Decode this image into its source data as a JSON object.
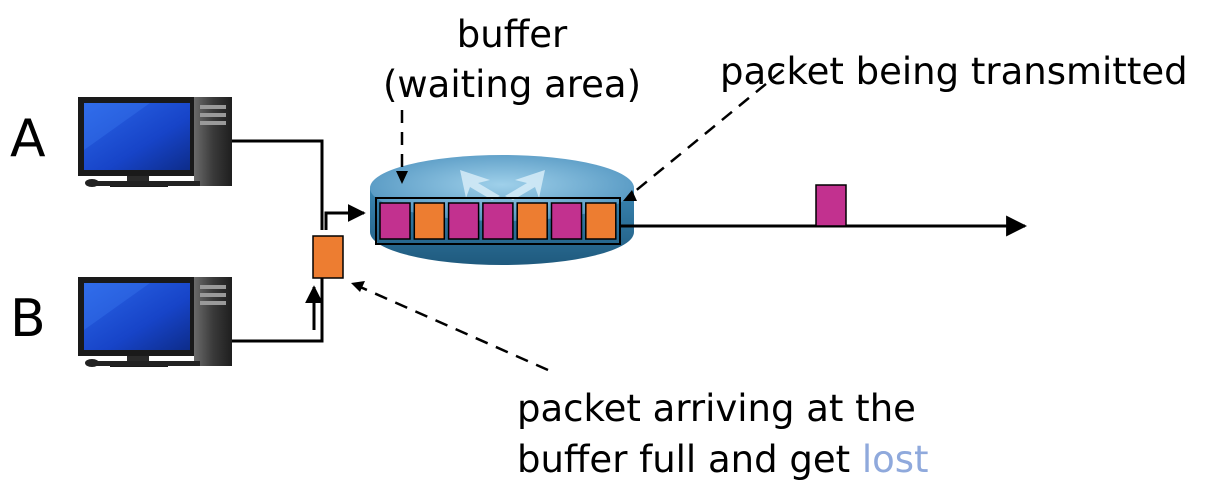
{
  "labels": {
    "host_a": "A",
    "host_b": "B",
    "buffer_line1": "buffer",
    "buffer_line2": "(waiting area)",
    "transmitted": "packet being transmitted",
    "arriving_line1": "packet arriving at the",
    "arriving_line2_prefix": "buffer full and get ",
    "arriving_line2_lost": "lost"
  },
  "buffer_packets": [
    "magenta",
    "orange",
    "magenta",
    "magenta",
    "orange",
    "magenta",
    "orange"
  ],
  "colors": {
    "magenta_packet": "#c2318f",
    "orange_packet": "#ed7d31",
    "lost_text": "#8fa9dc",
    "router_top": "#6aa9cf",
    "router_side": "#2c6f96",
    "monitor_screen": "#1744c8",
    "line": "#000000"
  },
  "icons": {
    "host_a": "desktop-computer-icon",
    "host_b": "desktop-computer-icon",
    "router": "router-icon"
  }
}
